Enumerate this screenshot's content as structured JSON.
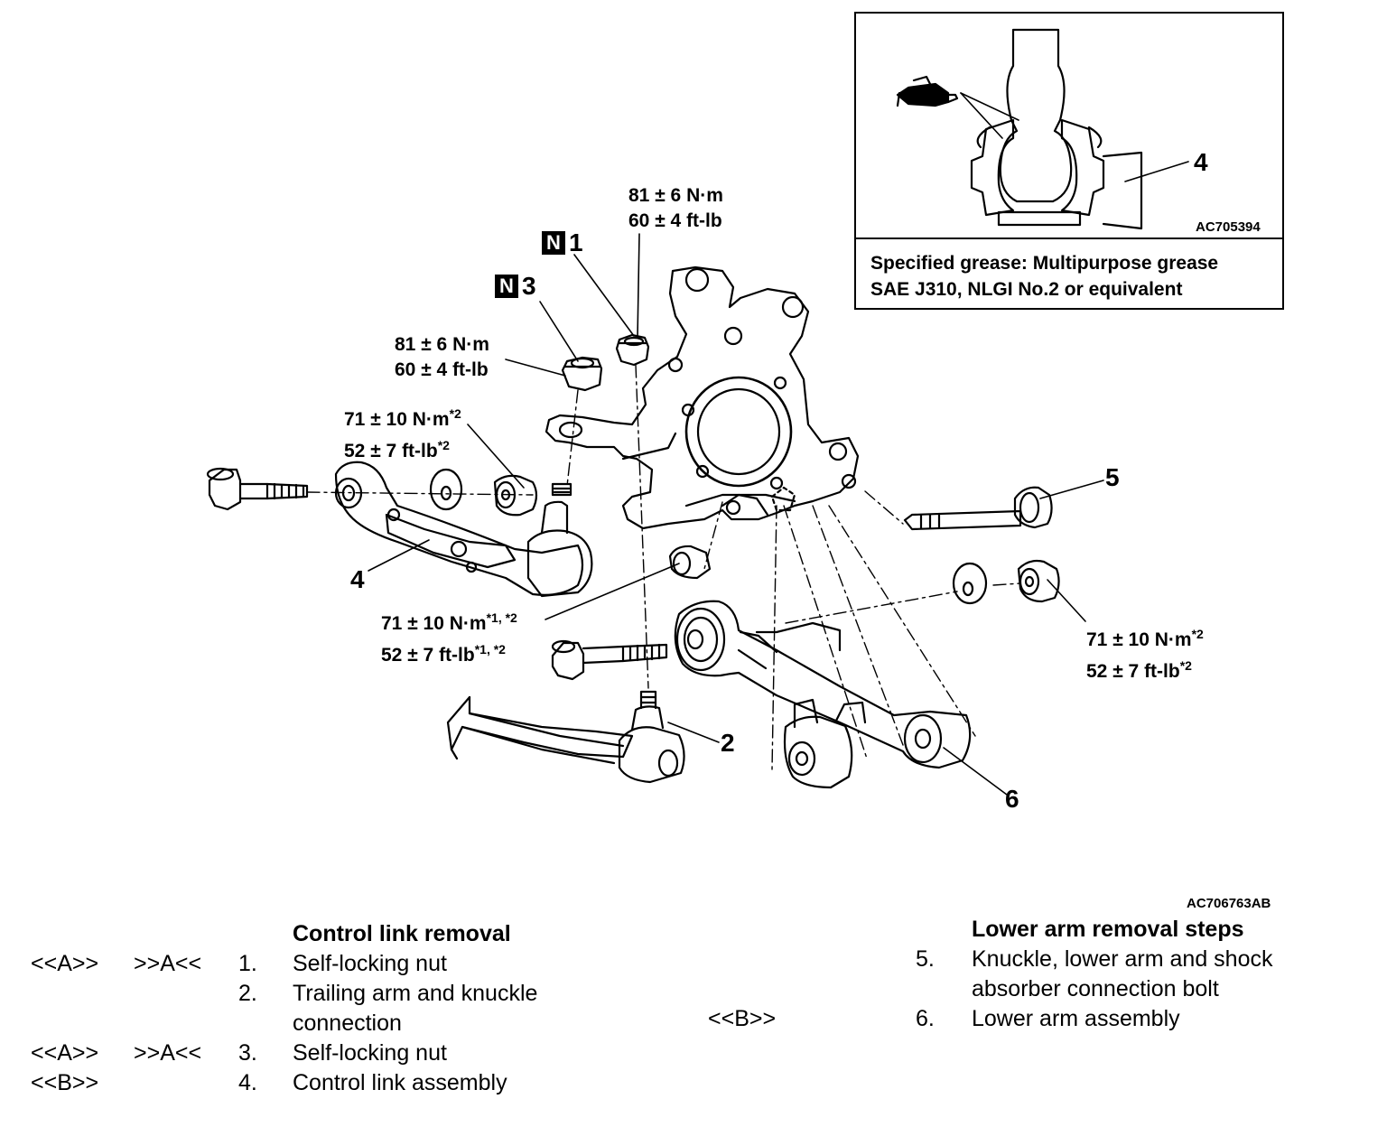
{
  "figure_code": "AC706763AB",
  "inset": {
    "code": "AC705394",
    "part_number": "4",
    "caption_line1": "Specified grease: Multipurpose grease",
    "caption_line2": "SAE J310, NLGI No.2 or equivalent"
  },
  "callouts": {
    "n1": {
      "badge": "N",
      "number": "1"
    },
    "n3": {
      "badge": "N",
      "number": "3"
    },
    "torque_nut1": {
      "line1": "81 ± 6 N·m",
      "line2": "60 ± 4 ft-lb"
    },
    "torque_nut3": {
      "line1": "81 ± 6 N·m",
      "line2": "60 ± 4 ft-lb"
    },
    "torque_ctrl_bolt": {
      "line1": "71 ± 10 N·m",
      "sup1": "*2",
      "line2": "52 ± 7 ft-lb",
      "sup2": "*2"
    },
    "torque_knuckle_bolt": {
      "line1": "71 ± 10 N·m",
      "sup1": "*1, *2",
      "line2": "52 ± 7 ft-lb",
      "sup2": "*1, *2"
    },
    "torque_lower_bolt": {
      "line1": "71 ± 10 N·m",
      "sup1": "*2",
      "line2": "52 ± 7 ft-lb",
      "sup2": "*2"
    },
    "num2": "2",
    "num4": "4",
    "num5": "5",
    "num6": "6"
  },
  "left_list": {
    "heading": "Control link removal",
    "rows": [
      {
        "a": "<<A>>",
        "b": ">>A<<",
        "n": "1.",
        "text": "Self-locking nut"
      },
      {
        "a": "",
        "b": "",
        "n": "2.",
        "text": "Trailing arm and knuckle"
      },
      {
        "a": "",
        "b": "",
        "n": "",
        "text": "connection"
      },
      {
        "a": "<<A>>",
        "b": ">>A<<",
        "n": "3.",
        "text": "Self-locking nut"
      },
      {
        "a": "<<B>>",
        "b": "",
        "n": "4.",
        "text": "Control link assembly"
      }
    ]
  },
  "right_list": {
    "heading": "Lower arm removal steps",
    "rows": [
      {
        "a": "",
        "n": "5.",
        "text": "Knuckle, lower arm and shock"
      },
      {
        "a": "",
        "n": "",
        "text": "absorber connection bolt"
      },
      {
        "a": "<<B>>",
        "n": "6.",
        "text": "Lower arm assembly"
      }
    ]
  }
}
